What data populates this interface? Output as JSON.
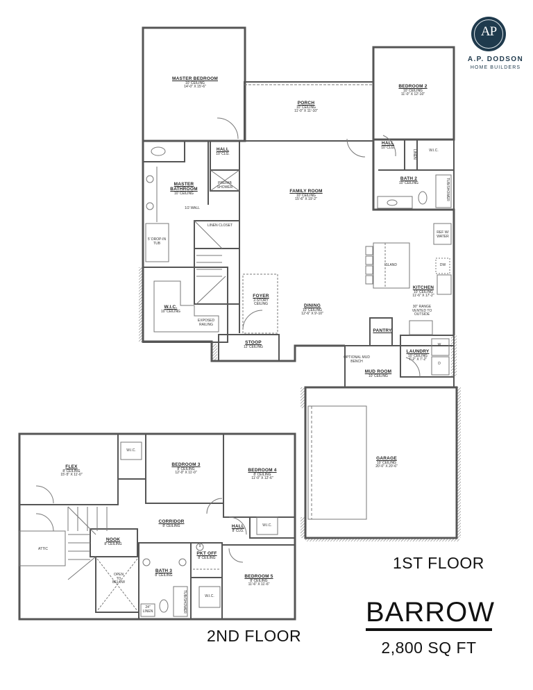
{
  "brand": {
    "monogram": "AP",
    "name": "A.P. DODSON",
    "subtitle": "HOME BUILDERS",
    "color": "#1f3a4d"
  },
  "plan": {
    "title": "BARROW",
    "square_feet": "2,800 SQ FT",
    "floor1_label": "1ST FLOOR",
    "floor2_label": "2ND FLOOR"
  },
  "floor1": {
    "rooms": [
      {
        "name": "MASTER BEDROOM",
        "ceiling": "10' CEILING",
        "size": "14'-0\" X 15'-6\""
      },
      {
        "name": "PORCH",
        "ceiling": "10' CEILING",
        "size": "11'-0\" X 11'-10\""
      },
      {
        "name": "BEDROOM 2",
        "ceiling": "10' CEILING",
        "size": "11'-0\" X 12'-10\""
      },
      {
        "name": "HALL",
        "ceiling": "10' CLG."
      },
      {
        "name": "HALL",
        "ceiling": "10' CLG."
      },
      {
        "name": "MASTER BATHROOM",
        "ceiling": "10' CEILING"
      },
      {
        "name": "FAMILY ROOM",
        "ceiling": "10' CEILING",
        "size": "15'-6\" X 19'-2\""
      },
      {
        "name": "BATH 2",
        "ceiling": "10' CEILING"
      },
      {
        "name": "KITCHEN",
        "ceiling": "10' CEILING",
        "size": "11'-6\" X 17'-2\""
      },
      {
        "name": "W.I.C.",
        "ceiling": "10' CEILING"
      },
      {
        "name": "FOYER",
        "ceiling": "2-STORY CEILING"
      },
      {
        "name": "DINING",
        "ceiling": "10' CEILING",
        "size": "12'-6\" X 9'-10\""
      },
      {
        "name": "STOOP",
        "ceiling": "12' CEILING"
      },
      {
        "name": "PANTRY"
      },
      {
        "name": "LAUNDRY",
        "ceiling": "10' CEILING",
        "size": "7'-2\" X 7'-2\""
      },
      {
        "name": "MUD ROOM",
        "ceiling": "10' CEILING"
      },
      {
        "name": "GARAGE",
        "ceiling": "10' CEILING",
        "size": "20'-0\" X 20'-6\""
      }
    ],
    "notes": {
      "linen": "LINEN",
      "wic": "W.I.C.",
      "tub_shower": "TUB/SHOWER",
      "half_wall": "1/2 WALL",
      "prefab_shower": "PREFAB SHOWER",
      "drop_in_tub": "5' DROP-IN TUB",
      "linen_closet": "LINEN CLOSET",
      "ref_water": "REF W/ WATER",
      "island": "ISLAND",
      "dw": "DW",
      "range": "30\" RANGE VENTED TO OUTSIDE",
      "exposed_railing": "EXPOSED RAILING",
      "mud_bench": "OPTIONAL MUD BENCH",
      "washer": "W",
      "dryer": "D"
    }
  },
  "floor2": {
    "rooms": [
      {
        "name": "FLEX",
        "ceiling": "8' CEILING",
        "size": "15'-5\" X 11'-0\""
      },
      {
        "name": "BEDROOM 3",
        "ceiling": "8' CEILING",
        "size": "12'-0\" X 11'-0\""
      },
      {
        "name": "BEDROOM 4",
        "ceiling": "8' CEILING",
        "size": "11'-0\" X 12'-6\""
      },
      {
        "name": "CORRIDOR",
        "ceiling": "8' CEILING"
      },
      {
        "name": "HALL",
        "ceiling": "8' CLG."
      },
      {
        "name": "NOOK",
        "ceiling": "8' CEILING"
      },
      {
        "name": "BATH 3",
        "ceiling": "8' CEILING"
      },
      {
        "name": "PKT OFF",
        "ceiling": "8' CEILING"
      },
      {
        "name": "BEDROOM 5",
        "ceiling": "8' CEILING",
        "size": "11'-6\" X 11'-6\""
      }
    ],
    "notes": {
      "wic": "W.I.C.",
      "attic": "ATTIC",
      "open_to_below": "OPEN TO BELOW",
      "linen_24": "24\" LINEN",
      "tub_shower": "TUB/SHOWER",
      "tag": "9"
    }
  }
}
